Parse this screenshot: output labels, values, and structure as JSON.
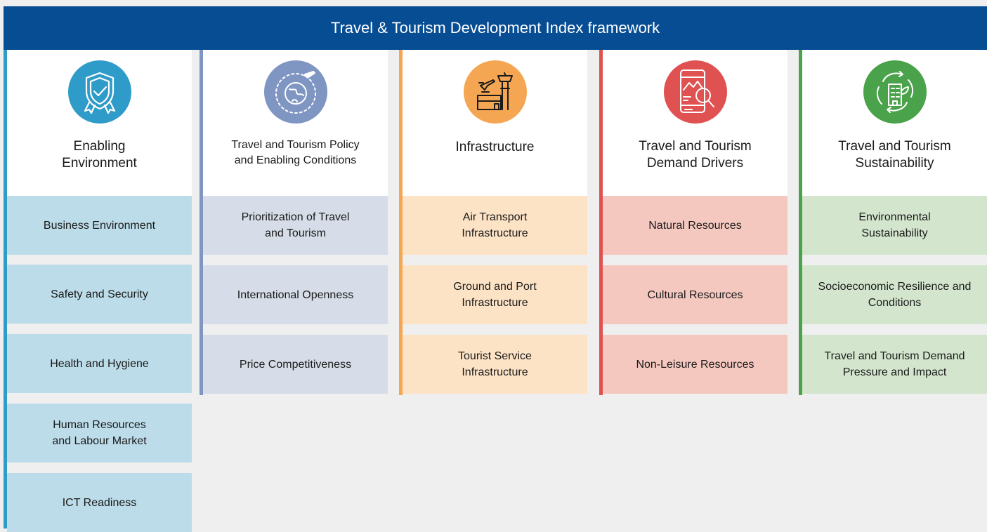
{
  "title": "Travel & Tourism Development Index framework",
  "colors": {
    "banner": "#074d94",
    "pillar_1": "#2e9bc8",
    "pillar_2": "#7f95c2",
    "pillar_3": "#f5a652",
    "pillar_4": "#e05252",
    "pillar_5": "#4aa34a"
  },
  "pillars": [
    {
      "title": "Enabling Environment",
      "icon": "shield-check-icon",
      "items": [
        "Business Environment",
        "Safety and Security",
        "Health and Hygiene",
        "Human Resources and Labour Market",
        "ICT Readiness"
      ]
    },
    {
      "title": "Travel and Tourism Policy and Enabling Conditions",
      "icon": "globe-plane-icon",
      "items": [
        "Prioritization of Travel and Tourism",
        "International Openness",
        "Price Competitiveness"
      ]
    },
    {
      "title": "Infrastructure",
      "icon": "airport-tower-icon",
      "items": [
        "Air Transport Infrastructure",
        "Ground and Port Infrastructure",
        "Tourist Service Infrastructure"
      ]
    },
    {
      "title": "Travel and Tourism Demand Drivers",
      "icon": "phone-search-icon",
      "items": [
        "Natural Resources",
        "Cultural Resources",
        "Non-Leisure Resources"
      ]
    },
    {
      "title": "Travel and Tourism Sustainability",
      "icon": "green-building-icon",
      "items": [
        "Environmental Sustainability",
        "Socioeconomic Resilience and Conditions",
        "Travel and Tourism Demand Pressure and Impact"
      ]
    }
  ]
}
